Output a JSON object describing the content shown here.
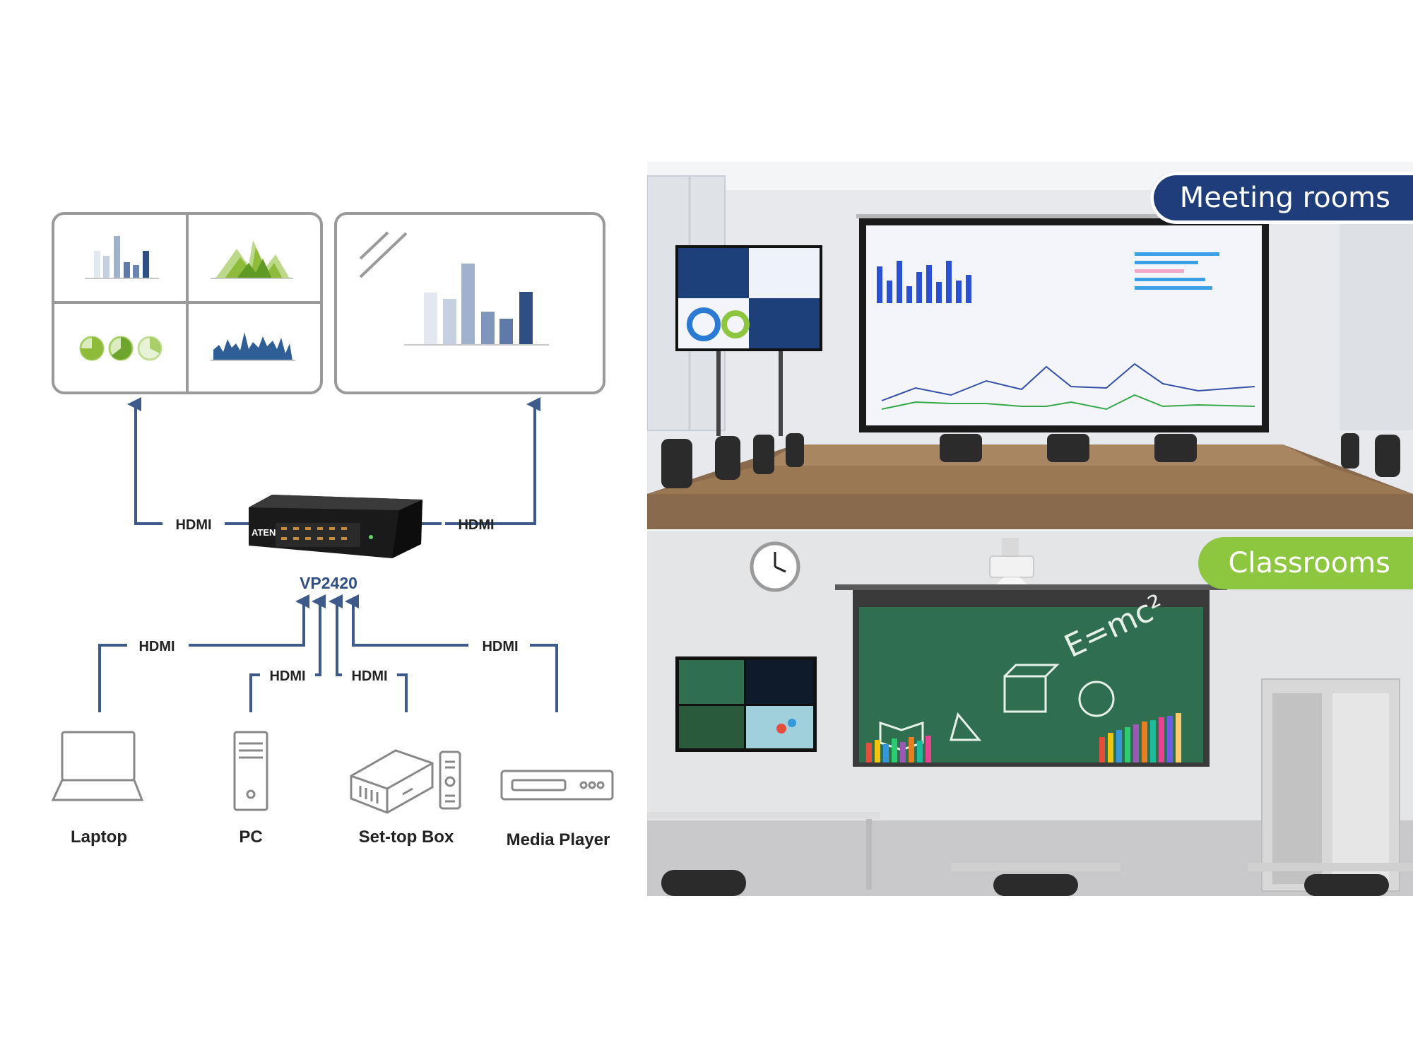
{
  "diagram": {
    "device_name": "VP2420",
    "device_brand": "ATEN",
    "outputs": [
      {
        "label": "HDMI"
      },
      {
        "label": "HDMI"
      }
    ],
    "inputs": [
      {
        "label": "HDMI",
        "device": "Laptop"
      },
      {
        "label": "HDMI",
        "device": "PC"
      },
      {
        "label": "HDMI",
        "device": "Set-top Box"
      },
      {
        "label": "HDMI",
        "device": "Media Player"
      }
    ],
    "colors": {
      "accent": "#3d5a8a",
      "frame": "#9a9a9a",
      "green": "#8ebc3a"
    }
  },
  "photos": [
    {
      "caption": "Meeting rooms",
      "banner_color": "#1f3d7a"
    },
    {
      "caption": "Classrooms",
      "banner_color": "#8dc63f"
    }
  ]
}
